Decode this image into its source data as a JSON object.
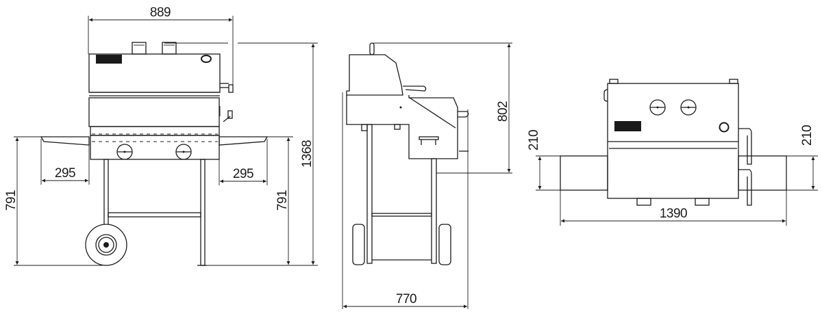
{
  "front_view": {
    "dimensions": {
      "overall_width": "889",
      "left_shelf_width": "295",
      "right_shelf_width": "295",
      "left_shelf_height": "791",
      "right_shelf_height": "791",
      "overall_height": "1368"
    }
  },
  "side_view": {
    "dimensions": {
      "hood_height": "802",
      "overall_depth": "770"
    }
  },
  "top_view": {
    "dimensions": {
      "left_shelf_depth": "210",
      "right_shelf_depth": "210",
      "overall_length": "1390"
    }
  }
}
